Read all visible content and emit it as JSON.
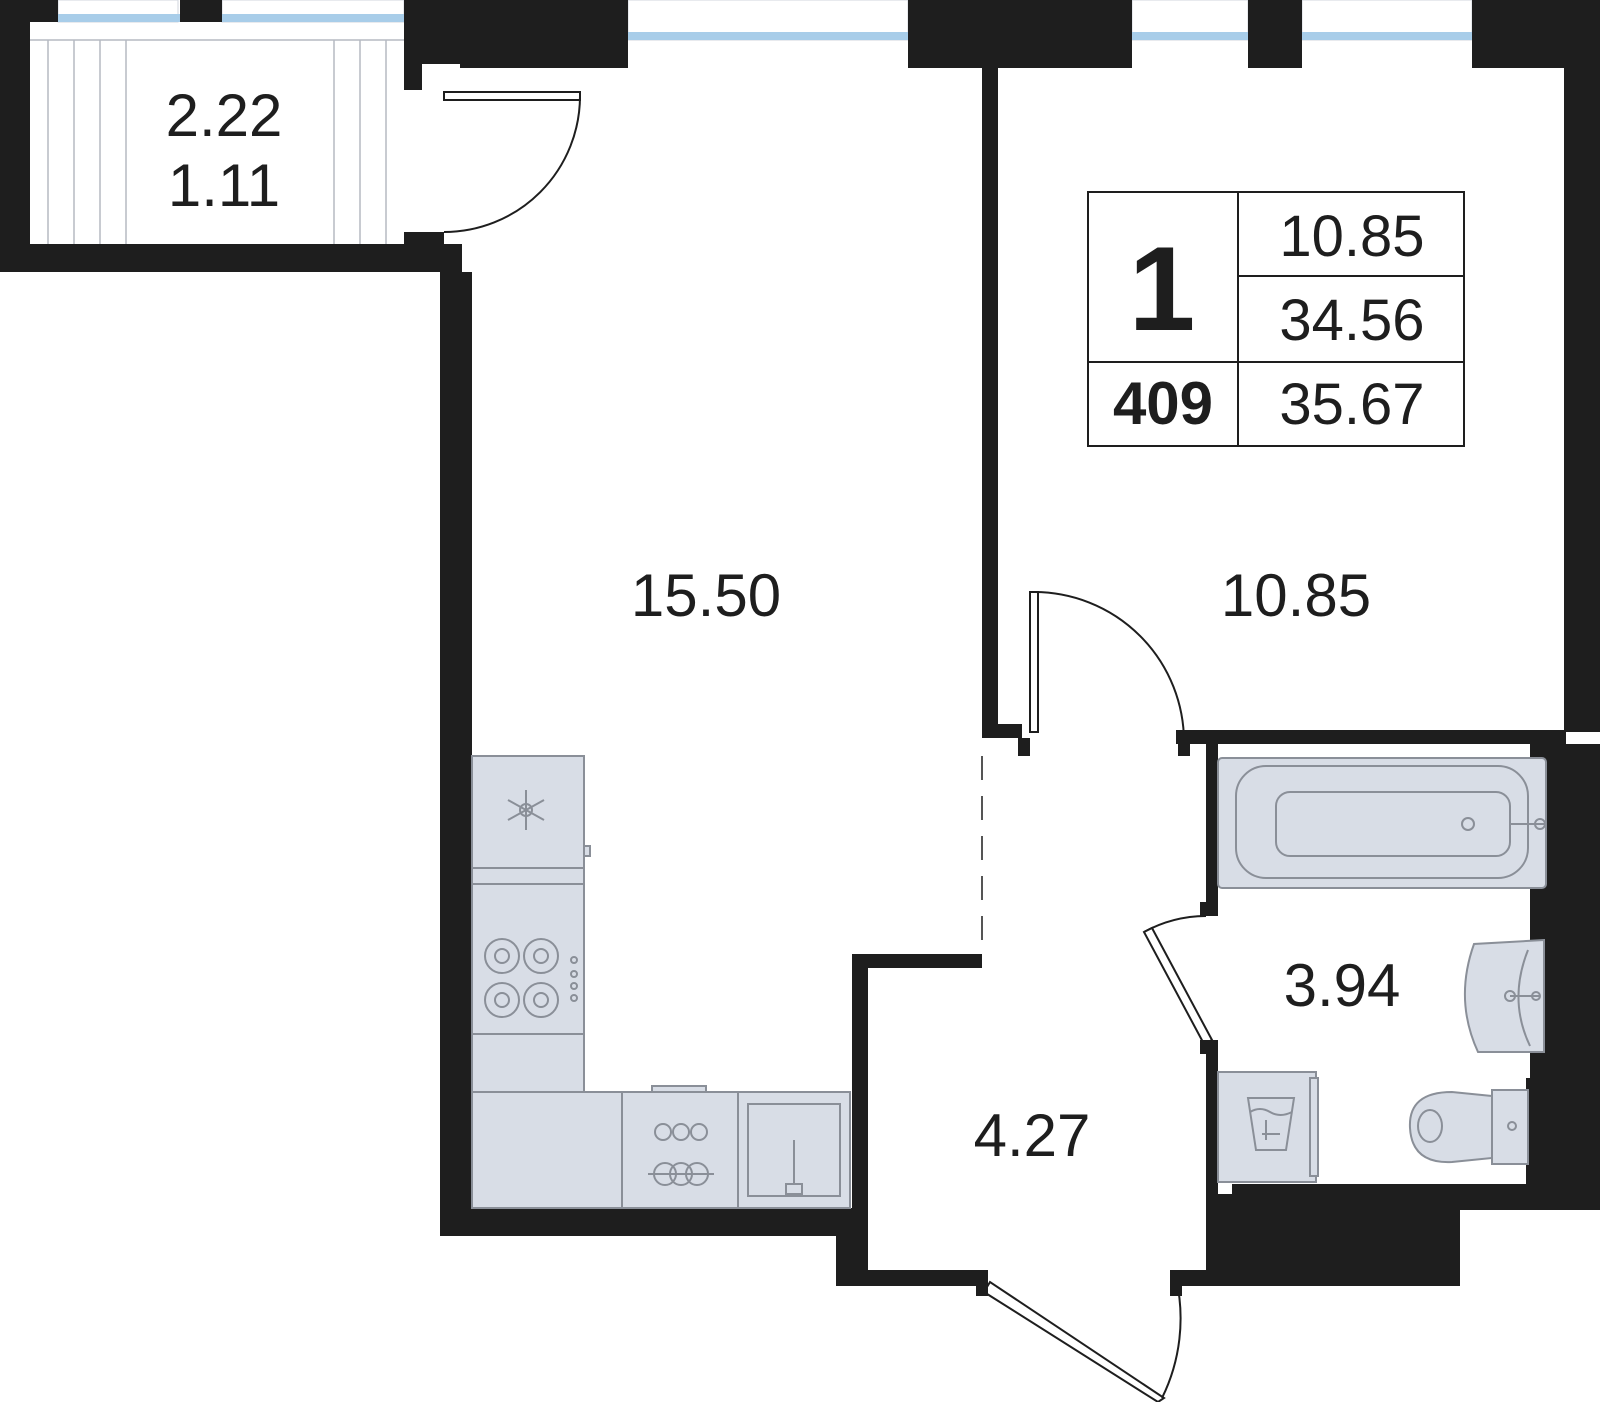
{
  "rooms": {
    "balcony_area": "2.22",
    "balcony_reduced_area": "1.11",
    "kitchen_living_area": "15.50",
    "bedroom_area": "10.85",
    "hallway_area": "4.27",
    "bathroom_area": "3.94"
  },
  "info_box": {
    "rooms_count": "1",
    "living_area": "10.85",
    "total_area": "34.56",
    "apartment_number": "409",
    "total_with_balcony": "35.67"
  },
  "colors": {
    "wall": "#1e1e1e",
    "fixture_fill": "#d8dde6",
    "fixture_stroke": "#8a8f98",
    "window_glass": "#a8cde9"
  },
  "icons": [
    "snowflake-icon",
    "stove-icon",
    "sink-icon",
    "bathtub-icon",
    "washbasin-icon",
    "toilet-icon",
    "washing-machine-icon",
    "dishwasher-icon"
  ]
}
